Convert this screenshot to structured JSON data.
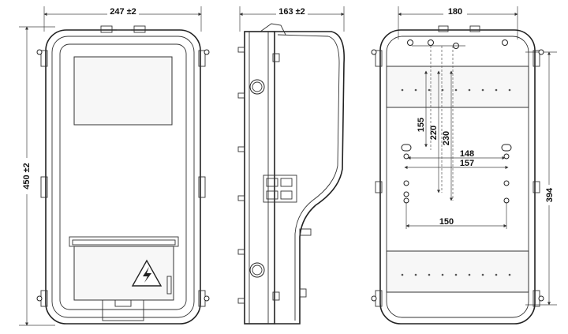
{
  "front_view": {
    "width_label": "247 ±2",
    "height_label": "450 ±2"
  },
  "side_view": {
    "depth_label": "163 ±2"
  },
  "rear_view": {
    "width_label": "180",
    "height_label": "394",
    "vertical_dims": [
      "155",
      "220",
      "230"
    ],
    "horizontal_dims": [
      "148",
      "157",
      "150"
    ]
  },
  "icons": {
    "warning": "high-voltage-warning-icon"
  }
}
